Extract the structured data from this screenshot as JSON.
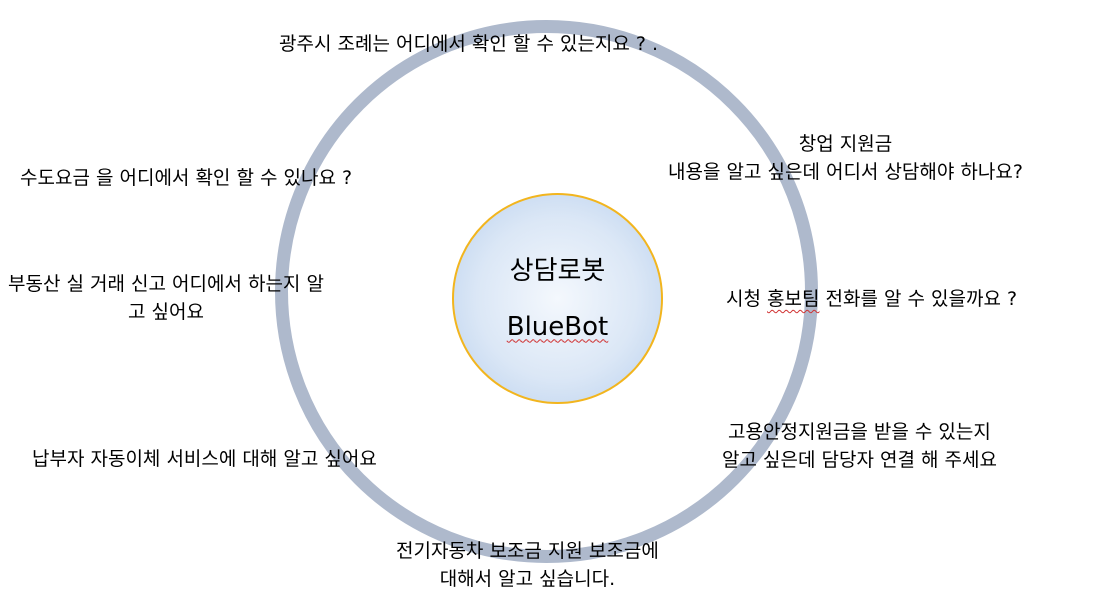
{
  "center": {
    "title": "상담로봇",
    "subtitle": "BlueBot"
  },
  "questions": {
    "q_top": [
      "광주시 조례는 어디에서 확인 할 수 있는지요 ? ."
    ],
    "q_left1": [
      "수도요금 을 어디에서 확인 할 수 있나요 ?"
    ],
    "q_left2": [
      "부동산 실 거래 신고 어디에서 하는지 알",
      "고 싶어요"
    ],
    "q_left3": [
      "납부자 자동이체 서비스에 대해 알고 싶어요"
    ],
    "q_right1": [
      "창업 지원금",
      "내용을 알고 싶은데 어디서 상담해야 하나요?"
    ],
    "q_right2_pre": "시청 ",
    "q_right2_mark": "홍보팀",
    "q_right2_post": " 전화를 알 수 있을까요 ?",
    "q_right3": [
      "고용안정지원금을 받을 수 있는지",
      "알고 싶은데  담당자 연결 해 주세요"
    ],
    "q_bottom": [
      "전기자동차 보조금 지원 보조금에",
      "대해서 알고 싶습니다."
    ]
  },
  "colors": {
    "ring": "#aeb9cc",
    "core_border": "#f2b51e",
    "core_fill": "#dbe7f6",
    "spell_underline": "#d03030"
  }
}
